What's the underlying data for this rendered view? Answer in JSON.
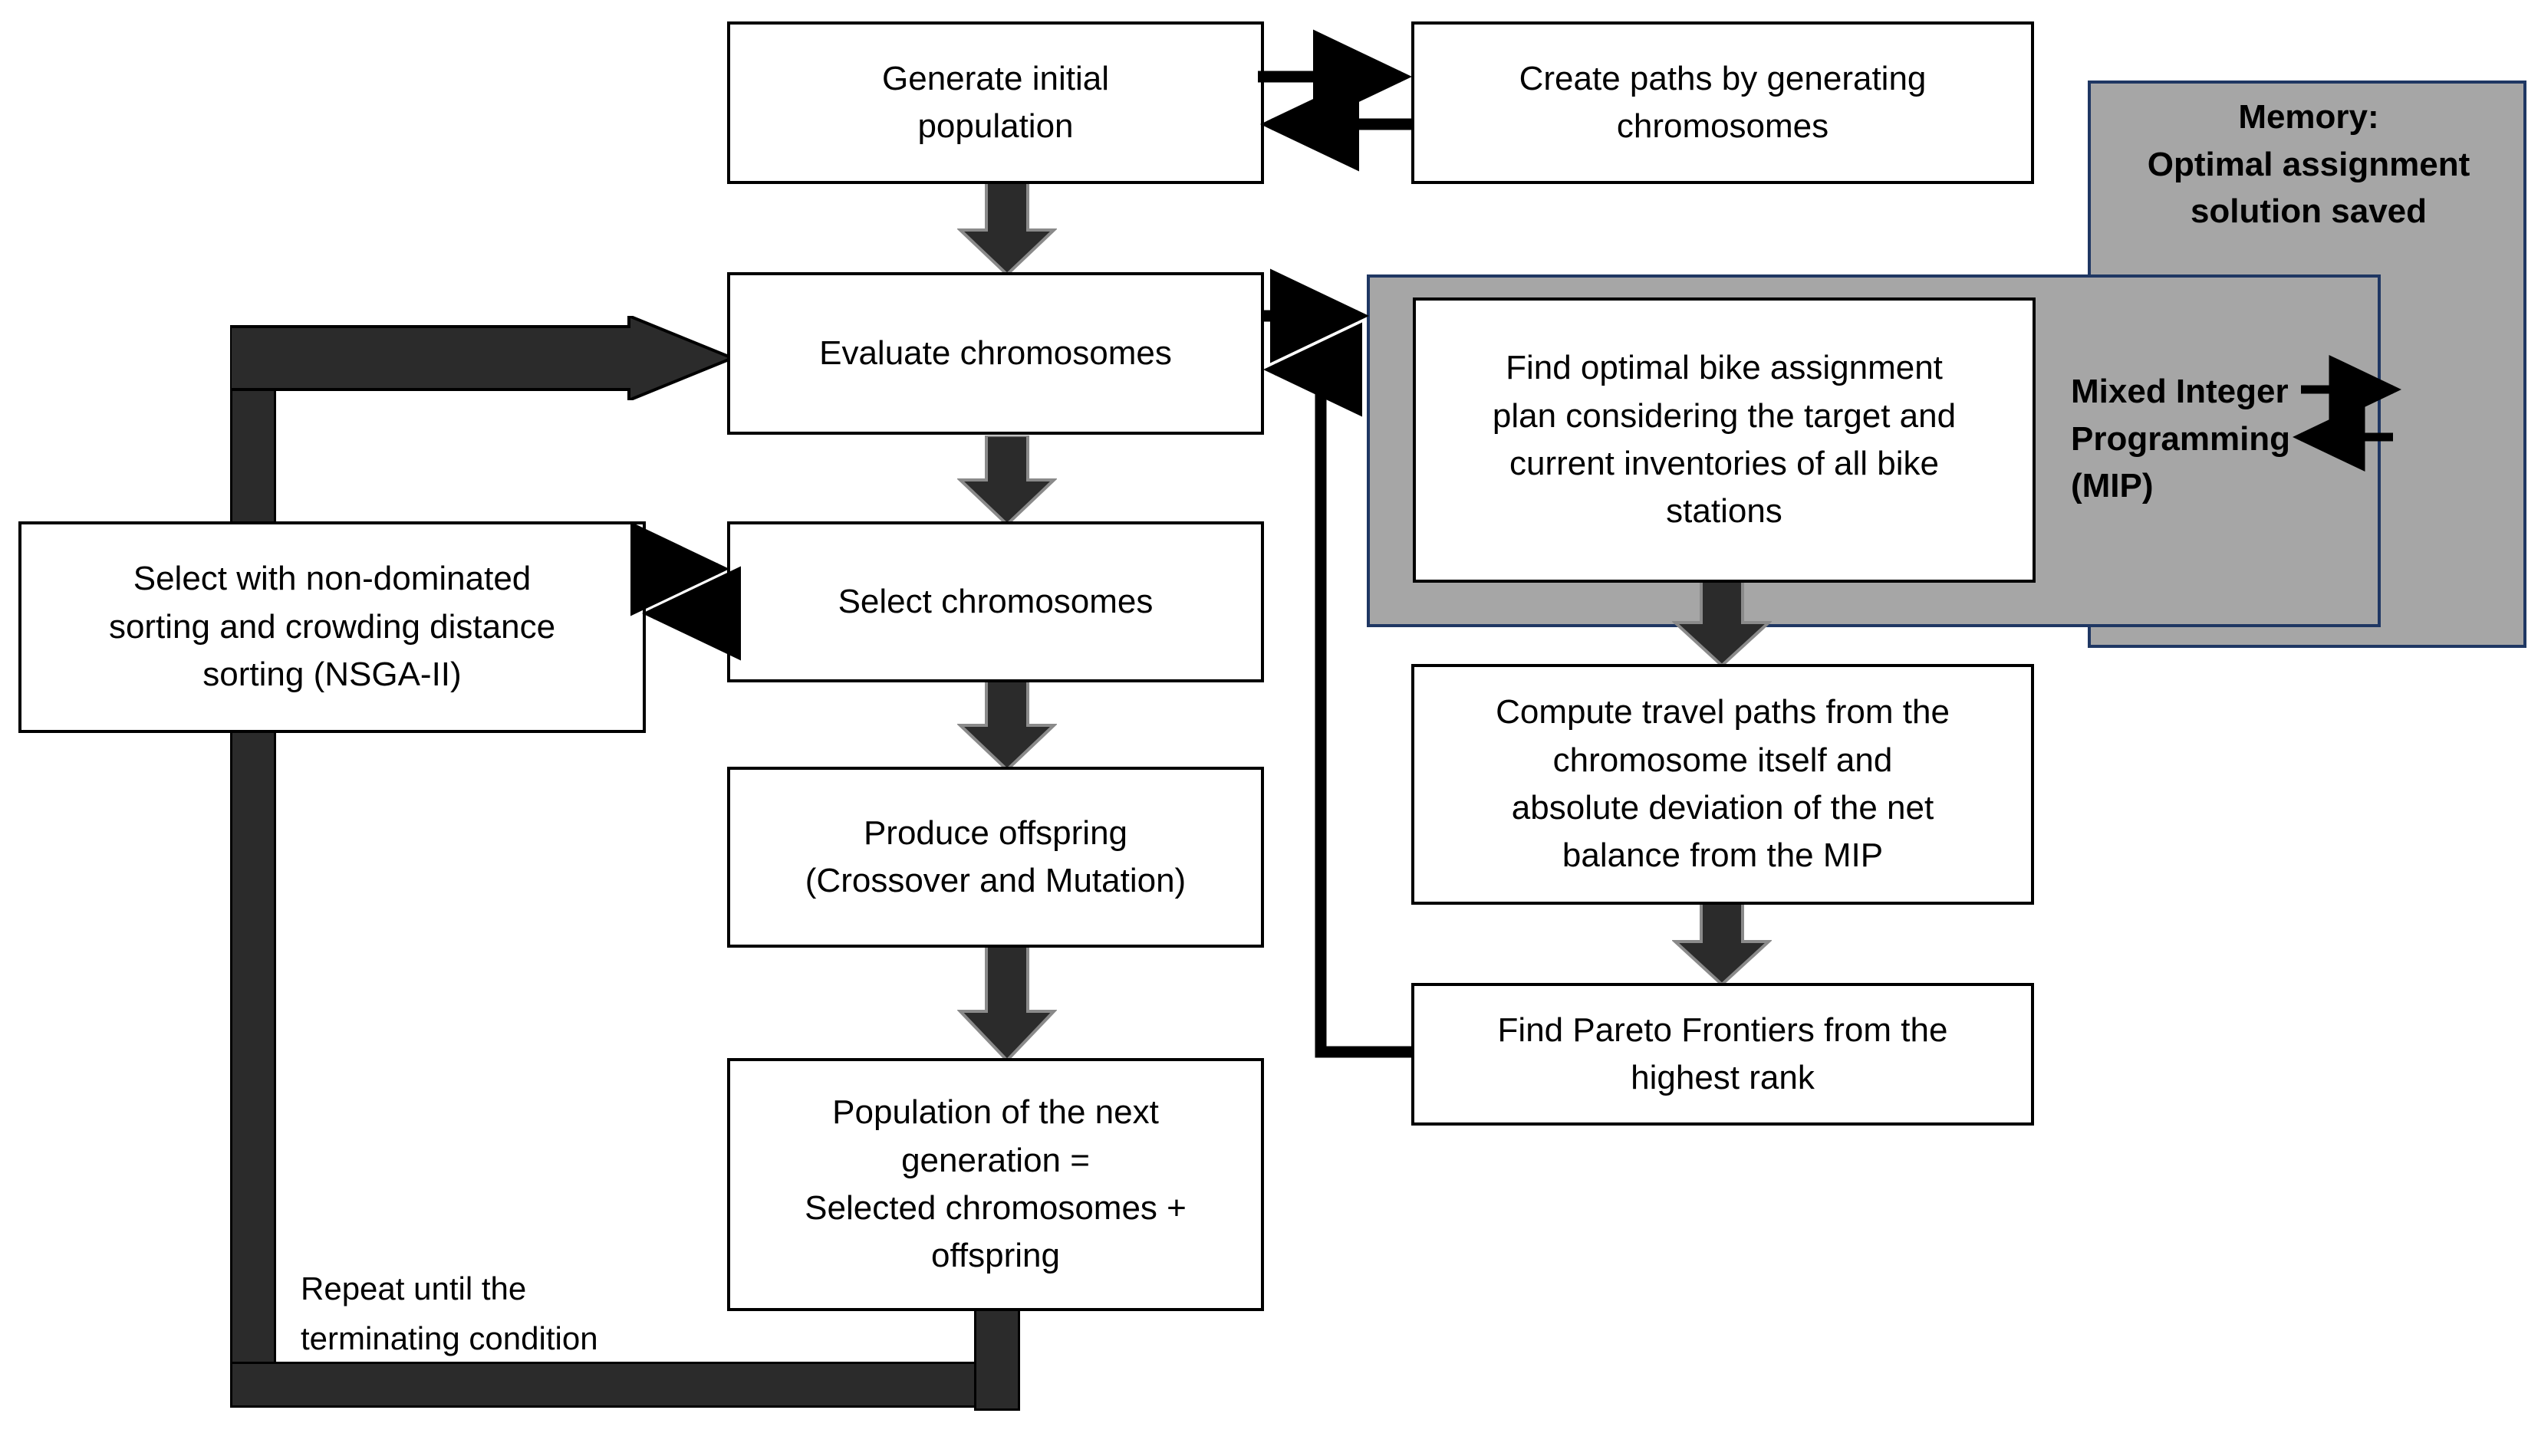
{
  "diagram": {
    "title": "NSGA-II with MIP bike assignment flowchart",
    "colors": {
      "box_border": "#000000",
      "box_fill": "#ffffff",
      "gray_fill": "#a6a6a6",
      "gray_border": "#1f3763",
      "arrow_dark": "#2b2b2b",
      "arrow_thin": "#000000"
    }
  },
  "nodes": {
    "generate_initial_population": "Generate initial\npopulation",
    "create_paths": "Create paths by generating\nchromosomes",
    "evaluate_chromosomes": "Evaluate chromosomes",
    "select_nsga": "Select with non-dominated\nsorting and crowding distance\nsorting (NSGA-II)",
    "select_chromosomes": "Select chromosomes",
    "produce_offspring": "Produce offspring\n(Crossover and Mutation)",
    "next_generation": "Population of the next\ngeneration =\nSelected chromosomes +\noffspring",
    "find_optimal_assignment": "Find optimal bike assignment\nplan considering the target and\ncurrent inventories of all bike\nstations",
    "compute_travel_paths": "Compute travel paths from the\nchromosome itself and\nabsolute deviation of the net\nbalance from the MIP",
    "find_pareto": "Find Pareto Frontiers from the\nhighest rank"
  },
  "panels": {
    "memory_label": "Memory:\nOptimal assignment\nsolution saved",
    "mip_label": "Mixed Integer\nProgramming\n(MIP)"
  },
  "captions": {
    "repeat_loop": "Repeat until the\nterminating condition"
  }
}
